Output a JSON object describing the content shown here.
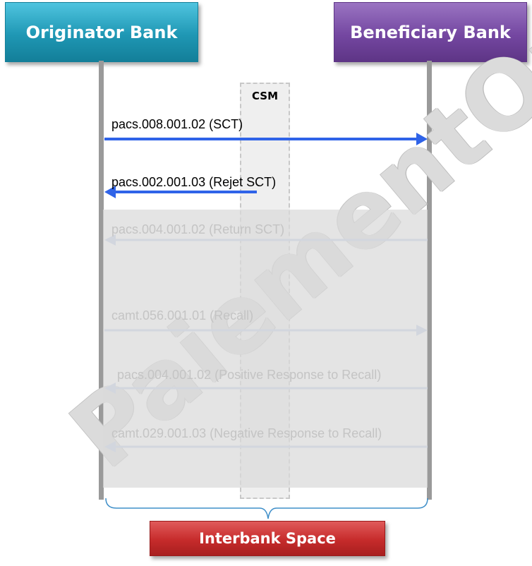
{
  "originator": {
    "label": "Originator Bank",
    "color": "#1f97b4"
  },
  "beneficiary": {
    "label": "Beneficiary Bank",
    "color": "#7447a1"
  },
  "csm": {
    "label": "CSM"
  },
  "interbank": {
    "label": "Interbank Space",
    "color": "#c62b2b"
  },
  "watermark": {
    "text": "PaiementOr"
  },
  "colors": {
    "active_arrow": "#2f63e8",
    "faded_arrow": "#bfcbe8",
    "faded_text": "#c4c4c4"
  },
  "messages": [
    {
      "label": "pacs.008.001.02 (SCT)",
      "from": "originator",
      "to": "beneficiary",
      "active": true
    },
    {
      "label": "pacs.002.001.03 (Rejet SCT)",
      "from": "csm",
      "to": "originator",
      "active": true
    },
    {
      "label": "pacs.004.001.02 (Return SCT)",
      "from": "beneficiary",
      "to": "originator",
      "active": false
    },
    {
      "label": "camt.056.001.01 (Recall)",
      "from": "originator",
      "to": "beneficiary",
      "active": false
    },
    {
      "label": "pacs.004.001.02 (Positive Response to Recall)",
      "from": "beneficiary",
      "to": "originator",
      "active": false
    },
    {
      "label": "camt.029.001.03 (Negative  Response to Recall)",
      "from": "beneficiary",
      "to": "originator",
      "active": false
    }
  ]
}
